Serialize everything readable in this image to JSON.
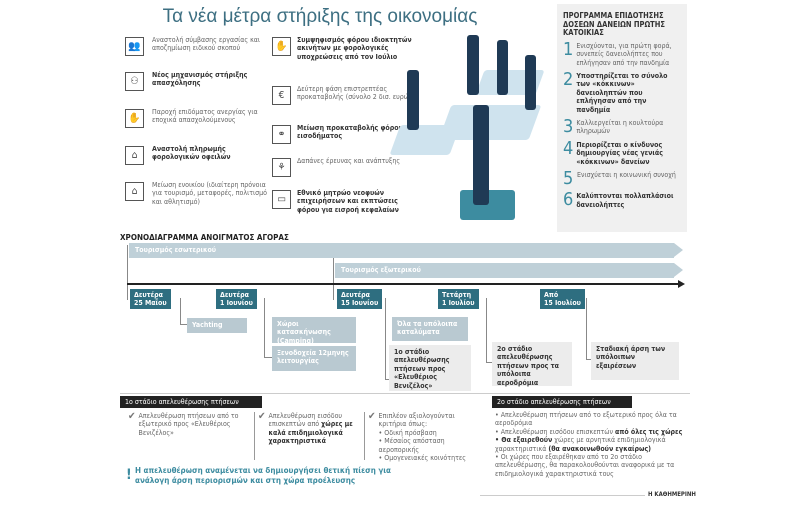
{
  "title": "Τα νέα μέτρα στήριξης της οικονομίας",
  "measures_left": [
    {
      "icon": "people-handshake-icon",
      "text": "Αναστολή σύμβασης εργασίας και αποζημίωση ειδικού σκοπού",
      "bold": false
    },
    {
      "icon": "people-group-icon",
      "text": "Νέος μηχανισμός στήριξης απασχόλησης",
      "bold": true
    },
    {
      "icon": "hand-briefcase-icon",
      "text": "Παροχή επιδόματος ανεργίας για εποχικά απασχολούμενους",
      "bold": false
    },
    {
      "icon": "building-arrow-icon",
      "text": "Αναστολή πληρωμής φορολογικών οφειλών",
      "bold": true
    },
    {
      "icon": "house-icon",
      "text": "Μείωση ενοικίου (ιδιαίτερη πρόνοια για τουρισμό, μεταφορές, πολιτισμό και αθλητισμό)",
      "bold": false
    }
  ],
  "measures_right": [
    {
      "icon": "hand-briefcase-icon",
      "text": "Συμψηφισμός φόρου ιδιοκτητών ακινήτων με φορολογικές υποχρεώσεις από τον Ιούλιο",
      "bold": true
    },
    {
      "icon": "euro-icon",
      "text": "Δεύτερη φάση επιστρεπτέας προκαταβολής (σύνολο 2 δισ. ευρώ)",
      "bold": false
    },
    {
      "icon": "handshake-icon",
      "text": "Μείωση προκαταβολής φόρου εισοδήματος",
      "bold": true
    },
    {
      "icon": "circuit-icon",
      "text": "Δαπάνες έρευνας και ανάπτυξης",
      "bold": false
    },
    {
      "icon": "briefcase-icon",
      "text": "Εθνικό μητρώο νεοφυών επιχειρήσεων και εκπτώσεις φόρου για εισροή κεφαλαίων",
      "bold": true
    }
  ],
  "panel": {
    "title": "ΠΡΟΓΡΑΜΜΑ ΕΠΙΔΟΤΗΣΗΣ ΔΟΣΕΩΝ ΔΑΝΕΙΩΝ ΠΡΩΤΗΣ ΚΑΤΟΙΚΙΑΣ",
    "items": [
      {
        "n": "1",
        "text": "Ενισχύονται, για πρώτη φορά, συνεπείς δανειολήπτες που επλήγησαν από την πανδημία",
        "bold": false
      },
      {
        "n": "2",
        "text": "Υποστηρίζεται το σύνολο των «κόκκινων» δανειοληπτών που επλήγησαν από την πανδημία",
        "bold": true
      },
      {
        "n": "3",
        "text": "Καλλιεργείται η κουλτούρα πληρωμών",
        "bold": false
      },
      {
        "n": "4",
        "text": "Περιορίζεται ο κίνδυνος δημιουργίας νέας γενιάς «κόκκινων» δανείων",
        "bold": true
      },
      {
        "n": "5",
        "text": "Ενισχύεται η κοινωνική συνοχή",
        "bold": false
      },
      {
        "n": "6",
        "text": "Καλύπτονται πολλαπλάσιοι δανειολήπτες",
        "bold": true
      }
    ]
  },
  "timeline": {
    "title": "ΧΡΟΝΟΔΙΑΓΡΑΜΜΑ ΑΝΟΙΓΜΑΤΟΣ ΑΓΟΡΑΣ",
    "domestic": "Τουρισμός εσωτερικού",
    "foreign": "Τουρισμός εξωτερικού",
    "dates": [
      "Δευτέρα\n25 Μαΐου",
      "Δευτέρα\n1 Ιουνίου",
      "Δευτέρα\n15 Ιουνίου",
      "Τετάρτη\n1 Ιουλίου",
      "Από\n15 Ιουλίου"
    ],
    "events": {
      "yachting": "Yachting",
      "camping": "Χώροι κατασκήνωσης (Camping)",
      "hotels": "Ξενοδοχεία 12μηνης λειτουργίας",
      "all_lodging": "Όλα τα υπόλοιπα καταλύματα",
      "stage1": "1ο στάδιο απελευθέρωσης πτήσεων προς «Ελευθέριος Βενιζέλος»",
      "stage2": "2ο στάδιο απελευθέρωσης πτήσεων προς τα υπόλοιπα αεροδρόμια",
      "gradual": "Σταδιακή άρση των υπόλοιπων εξαιρέσεων"
    }
  },
  "stage1": {
    "label": "1ο στάδιο απελευθέρωσης πτήσεων",
    "col1": "Απελευθέρωση πτήσεων από το εξωτερικό προς «Ελευθέριος Βενιζέλος»",
    "col2_a": "Απελευθέρωση εισόδου επισκεπτών από ",
    "col2_b": "χώρες με καλά επιδημιολογικά χαρακτηριστικά",
    "col3_intro": "Επιπλέον αξιολογούνται κριτήρια όπως:",
    "col3_items": [
      "• Οδική πρόσβαση",
      "• Μέσαίος απόσταση αεροπορικής",
      "• Ομογενειακές κοινότητες"
    ],
    "note": "Η απελευθέρωση αναμένεται να δημιουργήσει θετική πίεση για ανάλογη άρση περιορισμών και στη χώρα προέλευσης"
  },
  "stage2": {
    "label": "2ο στάδιο απελευθέρωσης πτήσεων",
    "b1": "• Απελευθέρωση πτήσεων από το εξωτερικό προς όλα τα αεροδρόμια",
    "b2a": "• Απελευθέρωση εισόδου επισκεπτών ",
    "b2b": "από όλες τις χώρες",
    "b3a": "• Θα εξαιρεθούν",
    "b3b": " χώρες με αρνητικά επιδημιολογικά χαρακτηριστικά ",
    "b3c": "(θα ανακοινωθούν εγκαίρως)",
    "b4": "• Οι χώρες που εξαιρέθηκαν από το 2ο στάδιο απελευθέρωσης, θα παρακολουθούνται αναφορικά με τα επιδημιολογικά χαρακτηριστικά τους"
  },
  "source": "Η ΚΑΘΗΜΕΡΙΝΗ",
  "colors": {
    "accent": "#2e6e80",
    "light": "#bfd0d8",
    "teal_text": "#3d8ca0"
  }
}
